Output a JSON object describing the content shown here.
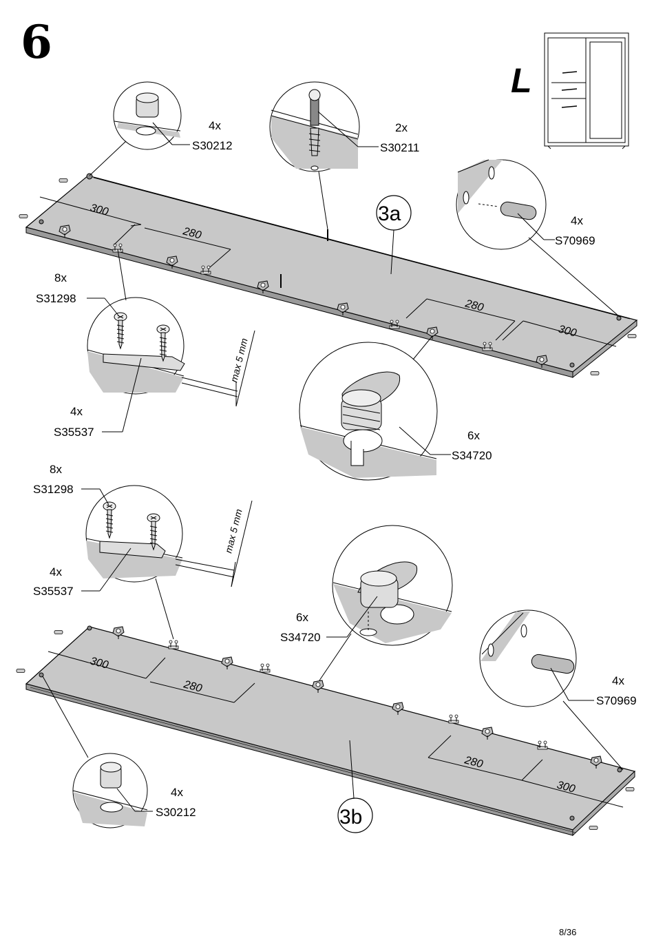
{
  "step_number": "6",
  "variant_letter": "L",
  "page_number": "8/36",
  "panels": {
    "top": {
      "label": "3a",
      "dimensions": [
        "300",
        "280",
        "280",
        "300"
      ],
      "max_label": "max 5 mm",
      "callouts": [
        {
          "qty": "4x",
          "code": "S30212"
        },
        {
          "qty": "2x",
          "code": "S30211"
        },
        {
          "qty": "4x",
          "code": "S70969"
        },
        {
          "qty": "8x",
          "code": "S31298"
        },
        {
          "qty": "4x",
          "code": "S35537"
        },
        {
          "qty": "6x",
          "code": "S34720"
        }
      ]
    },
    "bottom": {
      "label": "3b",
      "dimensions": [
        "300",
        "280",
        "280",
        "300"
      ],
      "max_label": "max 5 mm",
      "callouts": [
        {
          "qty": "8x",
          "code": "S31298"
        },
        {
          "qty": "4x",
          "code": "S35537"
        },
        {
          "qty": "6x",
          "code": "S34720"
        },
        {
          "qty": "4x",
          "code": "S70969"
        },
        {
          "qty": "4x",
          "code": "S30212"
        }
      ]
    }
  }
}
